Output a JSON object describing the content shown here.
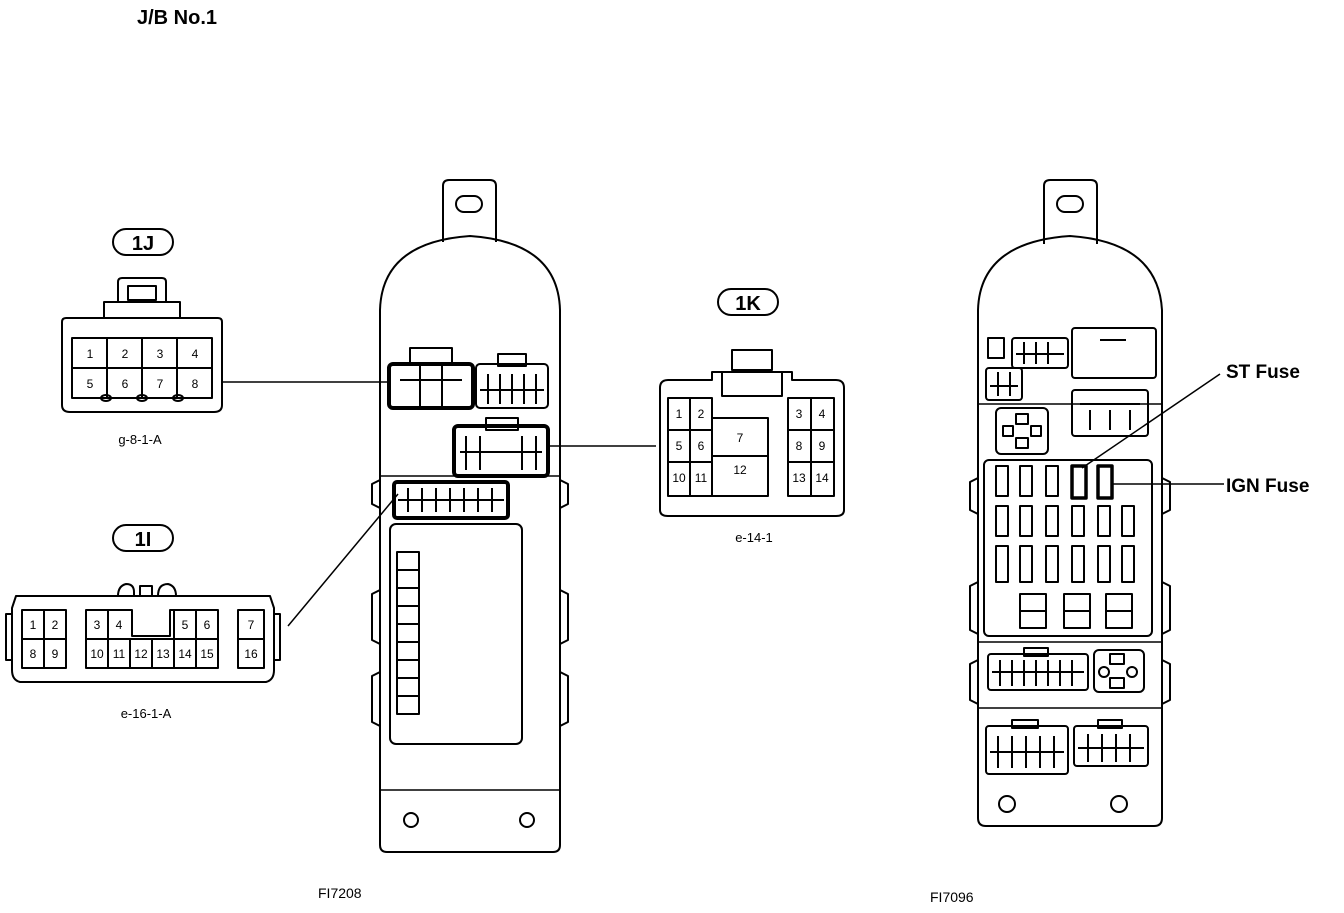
{
  "title": "J/B No.1",
  "connectors": {
    "c1j": {
      "tag": "1J",
      "code": "g-8-1-A",
      "pins": [
        "1",
        "2",
        "3",
        "4",
        "5",
        "6",
        "7",
        "8"
      ]
    },
    "c1i": {
      "tag": "1I",
      "code": "e-16-1-A",
      "pins": [
        "1",
        "2",
        "3",
        "4",
        "5",
        "6",
        "7",
        "8",
        "9",
        "10",
        "11",
        "12",
        "13",
        "14",
        "15",
        "16"
      ]
    },
    "c1k": {
      "tag": "1K",
      "code": "e-14-1",
      "pins": [
        "1",
        "2",
        "3",
        "4",
        "5",
        "6",
        "7",
        "8",
        "9",
        "10",
        "11",
        "12",
        "13",
        "14"
      ]
    }
  },
  "fuse_labels": {
    "st": "ST Fuse",
    "ign": "IGN Fuse"
  },
  "figure_codes": {
    "left": "FI7208",
    "right": "FI7096"
  }
}
